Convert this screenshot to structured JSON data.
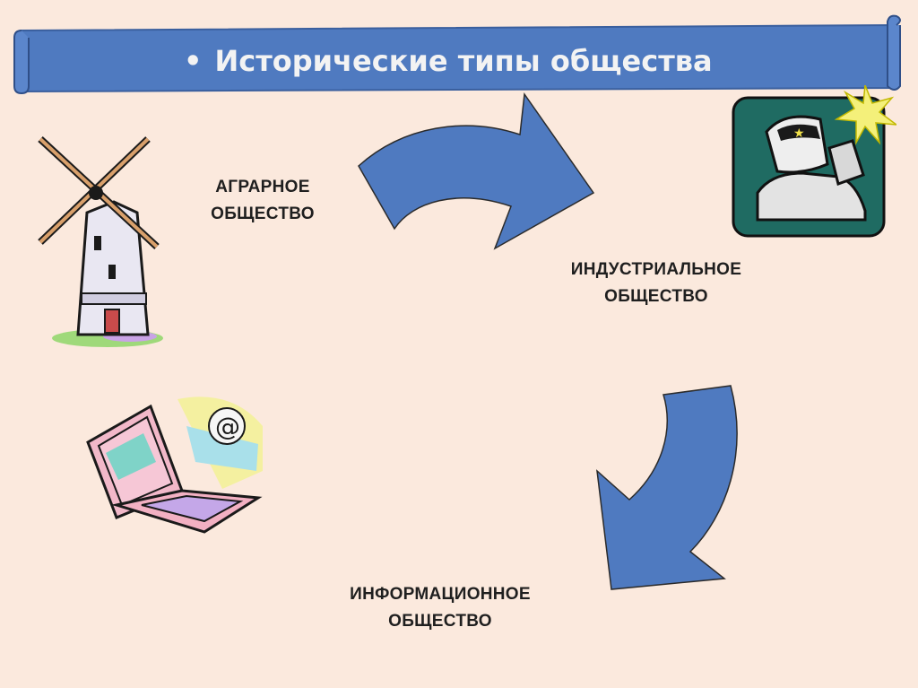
{
  "title": {
    "bullet": "•",
    "text": "Исторические типы общества"
  },
  "societies": [
    {
      "line1": "АГРАРНОЕ",
      "line2": "ОБЩЕСТВО",
      "icon": "windmill-icon"
    },
    {
      "line1": "ИНДУСТРИАЛЬНОЕ",
      "line2": "ОБЩЕСТВО",
      "icon": "welder-icon"
    },
    {
      "line1": "ИНФОРМАЦИОННОЕ",
      "line2": "ОБЩЕСТВО",
      "icon": "laptop-icon"
    }
  ],
  "colors": {
    "background": "#fbe9dd",
    "banner": "#4f7ac0",
    "arrow": "#4f7ac0",
    "title_text": "#f3f3f3"
  }
}
